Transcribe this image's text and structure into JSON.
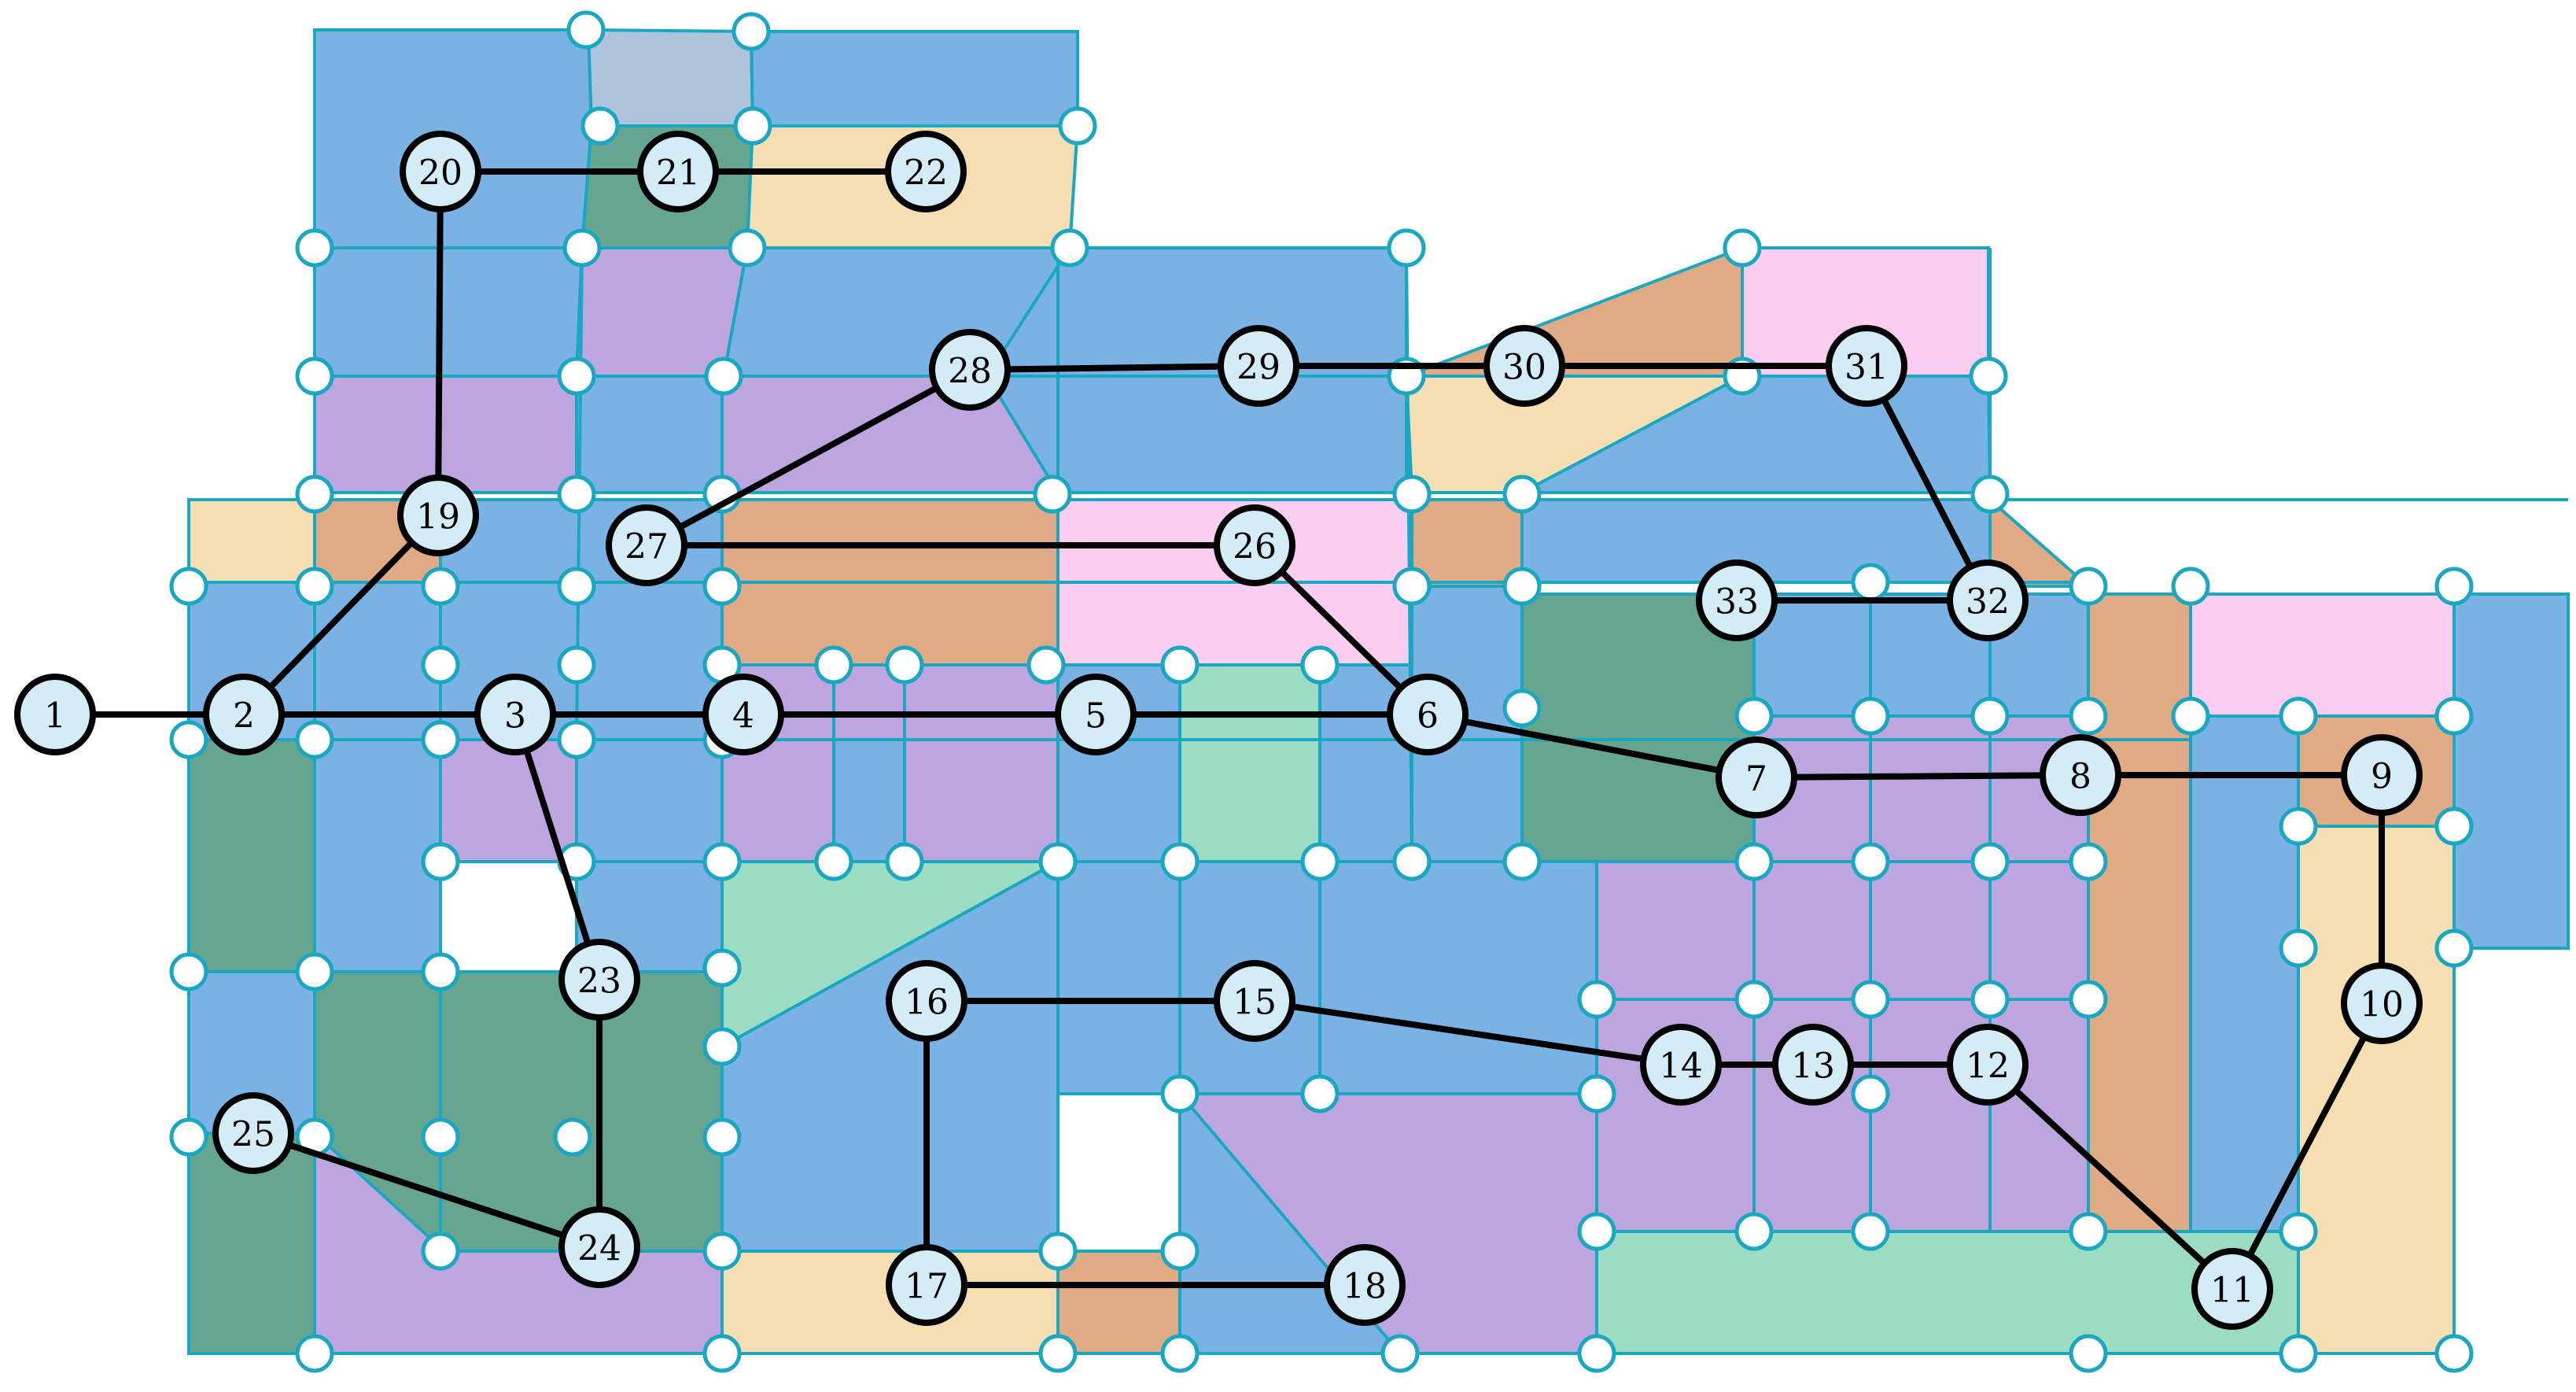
{
  "colors": {
    "background": "#ffffff",
    "region_border": "#1aa7c1",
    "junction_fill": "#ffffff",
    "node_fill": "#d4ecf5",
    "node_stroke": "#000000",
    "edge": "#000000",
    "fills": {
      "blue": "#7ab2e3",
      "grayblue": "#aec3dc",
      "green": "#66a690",
      "lightgreen": "#9bdcc2",
      "purple": "#bda6e0",
      "peach": "#f5deb1",
      "tan": "#e0aa84",
      "pink": "#fbcdf0"
    }
  },
  "nodes": [
    {
      "id": "1",
      "label": "1"
    },
    {
      "id": "2",
      "label": "2"
    },
    {
      "id": "3",
      "label": "3"
    },
    {
      "id": "4",
      "label": "4"
    },
    {
      "id": "5",
      "label": "5"
    },
    {
      "id": "6",
      "label": "6"
    },
    {
      "id": "7",
      "label": "7"
    },
    {
      "id": "8",
      "label": "8"
    },
    {
      "id": "9",
      "label": "9"
    },
    {
      "id": "10",
      "label": "10"
    },
    {
      "id": "11",
      "label": "11"
    },
    {
      "id": "12",
      "label": "12"
    },
    {
      "id": "13",
      "label": "13"
    },
    {
      "id": "14",
      "label": "14"
    },
    {
      "id": "15",
      "label": "15"
    },
    {
      "id": "16",
      "label": "16"
    },
    {
      "id": "17",
      "label": "17"
    },
    {
      "id": "18",
      "label": "18"
    },
    {
      "id": "19",
      "label": "19"
    },
    {
      "id": "20",
      "label": "20"
    },
    {
      "id": "21",
      "label": "21"
    },
    {
      "id": "22",
      "label": "22"
    },
    {
      "id": "23",
      "label": "23"
    },
    {
      "id": "24",
      "label": "24"
    },
    {
      "id": "25",
      "label": "25"
    },
    {
      "id": "26",
      "label": "26"
    },
    {
      "id": "27",
      "label": "27"
    },
    {
      "id": "28",
      "label": "28"
    },
    {
      "id": "29",
      "label": "29"
    },
    {
      "id": "30",
      "label": "30"
    },
    {
      "id": "31",
      "label": "31"
    },
    {
      "id": "32",
      "label": "32"
    },
    {
      "id": "33",
      "label": "33"
    }
  ],
  "edges": [
    [
      "1",
      "2"
    ],
    [
      "2",
      "3"
    ],
    [
      "3",
      "4"
    ],
    [
      "4",
      "5"
    ],
    [
      "5",
      "6"
    ],
    [
      "6",
      "7"
    ],
    [
      "7",
      "8"
    ],
    [
      "8",
      "9"
    ],
    [
      "9",
      "10"
    ],
    [
      "10",
      "11"
    ],
    [
      "11",
      "12"
    ],
    [
      "12",
      "13"
    ],
    [
      "13",
      "14"
    ],
    [
      "14",
      "15"
    ],
    [
      "15",
      "16"
    ],
    [
      "16",
      "17"
    ],
    [
      "17",
      "18"
    ],
    [
      "2",
      "19"
    ],
    [
      "19",
      "20"
    ],
    [
      "20",
      "21"
    ],
    [
      "21",
      "22"
    ],
    [
      "3",
      "23"
    ],
    [
      "23",
      "24"
    ],
    [
      "24",
      "25"
    ],
    [
      "6",
      "26"
    ],
    [
      "26",
      "27"
    ],
    [
      "27",
      "28"
    ],
    [
      "28",
      "29"
    ],
    [
      "29",
      "30"
    ],
    [
      "30",
      "31"
    ],
    [
      "31",
      "32"
    ],
    [
      "32",
      "33"
    ]
  ]
}
